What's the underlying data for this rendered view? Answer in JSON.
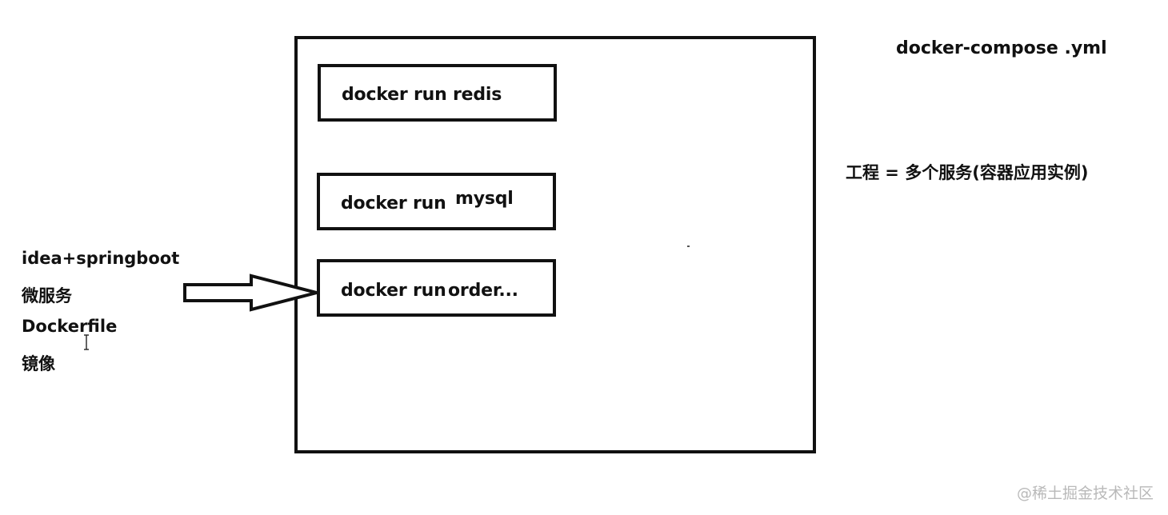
{
  "diagram": {
    "file_title": "docker-compose .yml",
    "equation": "工程 = 多个服务(容器应用实例)",
    "services": [
      {
        "prefix": "docker run redis",
        "suffix": ""
      },
      {
        "prefix": "docker run",
        "suffix": "mysql"
      },
      {
        "prefix": "docker run",
        "suffix": "order..."
      }
    ],
    "left_steps": [
      "idea+springboot",
      "微服务",
      "Dockerfile",
      "镜像"
    ],
    "arrow_icon": "right-arrow-icon",
    "cursor_icon": "text-cursor-icon"
  },
  "watermark": "@稀土掘金技术社区",
  "colors": {
    "line": "#111111",
    "background": "#ffffff",
    "watermark": "#b9b9b9"
  }
}
